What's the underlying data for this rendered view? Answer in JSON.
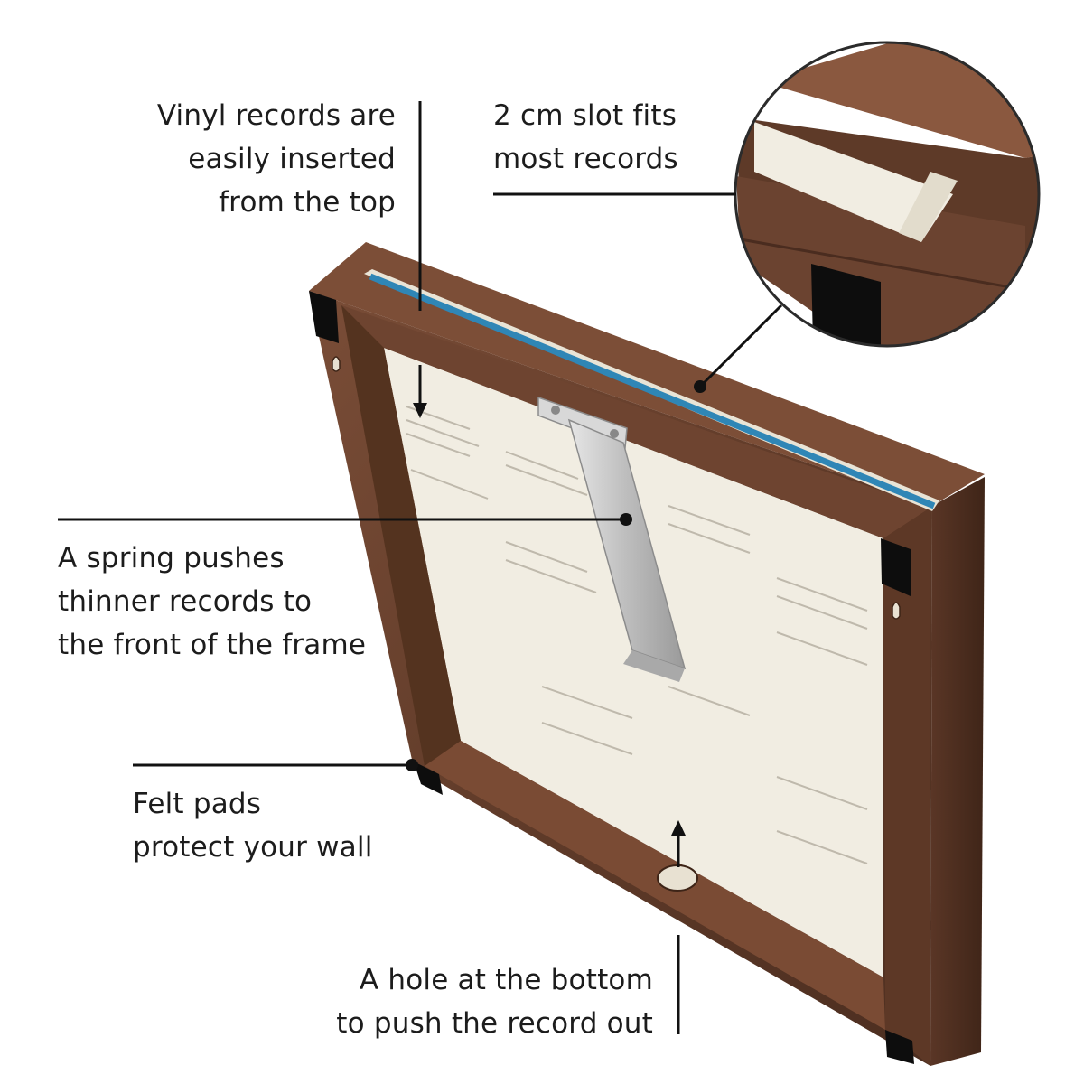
{
  "callouts": {
    "vinyl": [
      "Vinyl records are",
      "easily inserted",
      "from the top"
    ],
    "slot": [
      "2 cm slot fits",
      "most records"
    ],
    "spring": [
      "A spring pushes",
      "thinner records to",
      "the front of the frame"
    ],
    "felt": [
      "Felt pads",
      "protect your wall"
    ],
    "hole": [
      "A hole at the bottom",
      "to push the record out"
    ]
  },
  "colors": {
    "walnut": "#6b4330",
    "walnut_dark": "#4a2c1f",
    "sleeve": "#f1ede2",
    "vinyl_blue": "#2f86b6",
    "felt": "#0d0d0d",
    "steel": "#c9c9c9",
    "line": "#111111"
  }
}
